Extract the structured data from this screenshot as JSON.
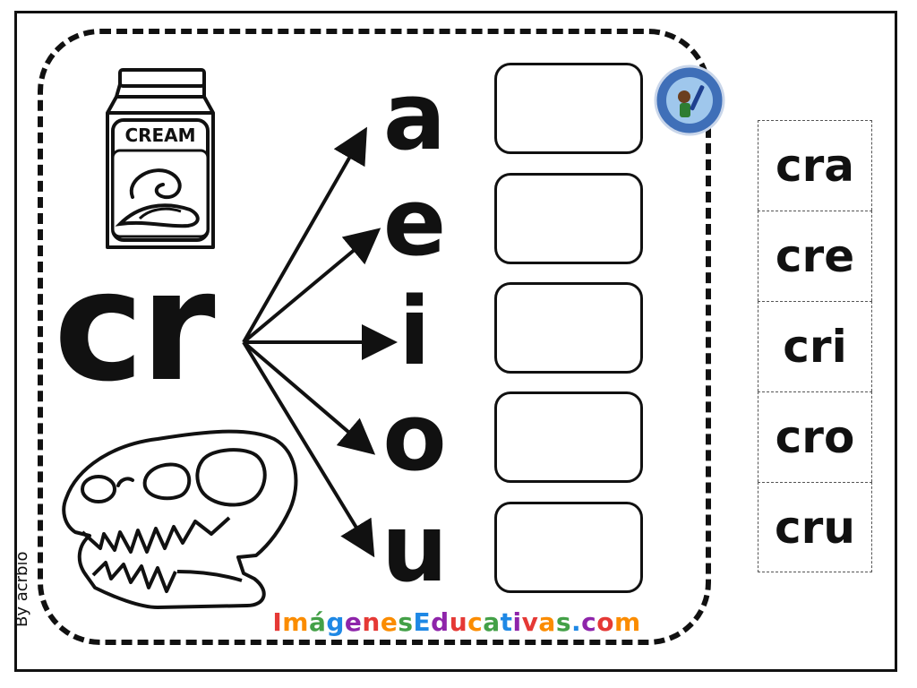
{
  "worksheet": {
    "consonant_blend": "cr",
    "vowels": [
      "a",
      "e",
      "i",
      "o",
      "u"
    ],
    "syllables": [
      "cra",
      "cre",
      "cri",
      "cro",
      "cru"
    ],
    "cream_label": "CREAM",
    "credit": "By acrbio",
    "watermark": "ImágenesEducativas.com",
    "watermark_colors": [
      "#e53935",
      "#fb8c00",
      "#43a047",
      "#1e88e5",
      "#8e24aa",
      "#e53935",
      "#fb8c00",
      "#43a047",
      "#1e88e5",
      "#8e24aa",
      "#e53935",
      "#fb8c00",
      "#43a047",
      "#1e88e5",
      "#8e24aa",
      "#e53935",
      "#fb8c00",
      "#43a047",
      "#1e88e5",
      "#8e24aa",
      "#e53935",
      "#fb8c00"
    ]
  },
  "colors": {
    "ink": "#111111",
    "badge_blue": "#3f6fb8"
  },
  "icons": {
    "top_left": "cream-carton-icon",
    "bottom_left": "dinosaur-skull-icon",
    "top_right": "imagenes-educativas-logo-icon"
  }
}
